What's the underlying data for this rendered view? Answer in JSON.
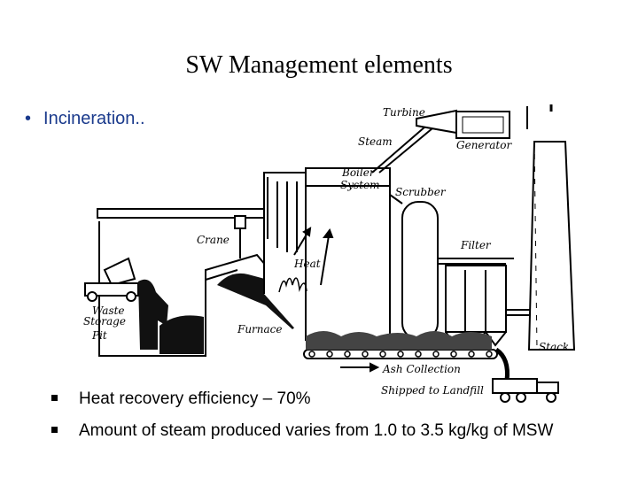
{
  "slide": {
    "title": "SW Management elements",
    "bullet": "Incineration..",
    "subbullets": [
      "Heat recovery efficiency – 70%",
      "Amount of steam produced varies from 1.0 to 3.5 kg/kg of MSW"
    ]
  },
  "diagram": {
    "labels": {
      "turbine": "Turbine",
      "steam": "Steam",
      "generator": "Generator",
      "boiler1": "Boiler",
      "boiler2": "System",
      "scrubber": "Scrubber",
      "crane": "Crane",
      "heat": "Heat",
      "filter": "Filter",
      "waste1": "Waste",
      "waste2": "Storage",
      "waste3": "Pit",
      "furnace": "Furnace",
      "stack": "Stack",
      "ash": "Ash Collection",
      "landfill": "Shipped to Landfill"
    }
  }
}
